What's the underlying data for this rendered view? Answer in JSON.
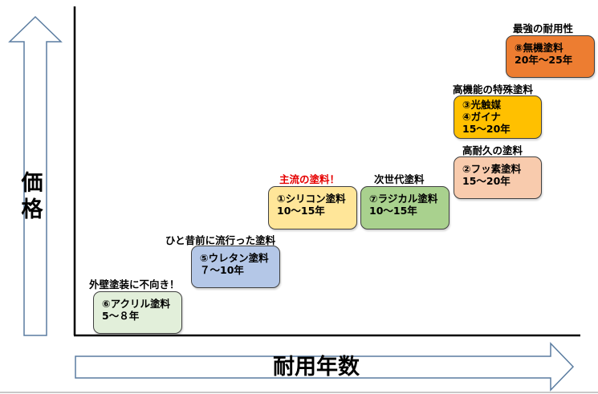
{
  "axes": {
    "y_label_chars": [
      "価",
      "格"
    ],
    "x_label": "耐用年数"
  },
  "colors": {
    "acrylic": "#e2efda",
    "urethane": "#b4c7e7",
    "silicone": "#ffe699",
    "radical": "#a9d18e",
    "fluorine": "#f8cbad",
    "special": "#ffc000",
    "inorganic": "#ed7d31",
    "arrow_stroke": "#5a7ca0",
    "accent_red": "#e60000"
  },
  "steps": [
    {
      "id": "acrylic",
      "caption": "外壁塗装に不向き！",
      "lines": [
        "⑥アクリル塗料",
        "5～８年"
      ]
    },
    {
      "id": "urethane",
      "caption": "ひと昔前に流行った塗料",
      "lines": [
        "⑤ウレタン塗料",
        "７～10年"
      ]
    },
    {
      "id": "silicone",
      "caption": "主流の塗料！",
      "lines": [
        "①シリコン塗料",
        "10～15年"
      ]
    },
    {
      "id": "radical",
      "caption": "次世代塗料",
      "lines": [
        "⑦ラジカル塗料",
        "10～15年"
      ]
    },
    {
      "id": "fluorine",
      "caption": "高耐久の塗料",
      "lines": [
        "②フッ素塗料",
        "15～20年"
      ]
    },
    {
      "id": "special",
      "caption": "高機能の特殊塗料",
      "lines": [
        "③光触媒",
        "④ガイナ",
        "15～20年"
      ]
    },
    {
      "id": "inorganic",
      "caption": "最強の耐用性",
      "lines": [
        "⑧無機塗料",
        "20年～25年"
      ]
    }
  ]
}
